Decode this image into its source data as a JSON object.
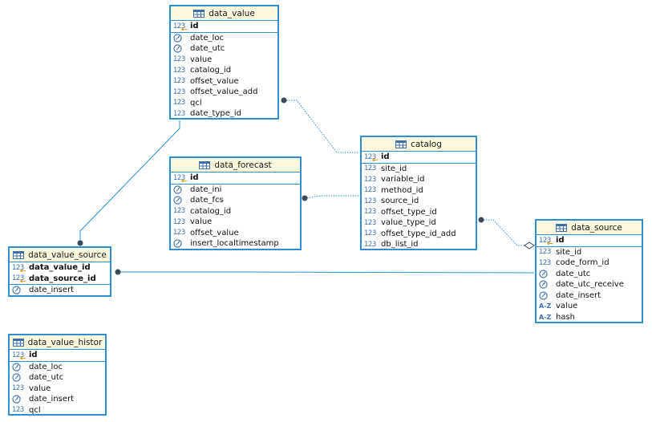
{
  "tables": [
    {
      "id": "data_value",
      "name": "data_value",
      "pk": [
        {
          "name": "id",
          "type": "num"
        }
      ],
      "columns": [
        {
          "name": "date_loc",
          "type": "date"
        },
        {
          "name": "date_utc",
          "type": "date"
        },
        {
          "name": "value",
          "type": "num"
        },
        {
          "name": "catalog_id",
          "type": "num"
        },
        {
          "name": "offset_value",
          "type": "num"
        },
        {
          "name": "offset_value_add",
          "type": "num"
        },
        {
          "name": "qcl",
          "type": "num"
        },
        {
          "name": "date_type_id",
          "type": "num"
        }
      ]
    },
    {
      "id": "data_forecast",
      "name": "data_forecast",
      "pk": [
        {
          "name": "id",
          "type": "num"
        }
      ],
      "columns": [
        {
          "name": "date_ini",
          "type": "date"
        },
        {
          "name": "date_fcs",
          "type": "date"
        },
        {
          "name": "catalog_id",
          "type": "num"
        },
        {
          "name": "value",
          "type": "num"
        },
        {
          "name": "offset_value",
          "type": "num"
        },
        {
          "name": "insert_localtimestamp",
          "type": "date"
        }
      ]
    },
    {
      "id": "catalog",
      "name": "catalog",
      "pk": [
        {
          "name": "id",
          "type": "num"
        }
      ],
      "columns": [
        {
          "name": "site_id",
          "type": "num"
        },
        {
          "name": "variable_id",
          "type": "num"
        },
        {
          "name": "method_id",
          "type": "num"
        },
        {
          "name": "source_id",
          "type": "num"
        },
        {
          "name": "offset_type_id",
          "type": "num"
        },
        {
          "name": "value_type_id",
          "type": "num"
        },
        {
          "name": "offset_type_id_add",
          "type": "num"
        },
        {
          "name": "db_list_id",
          "type": "num"
        }
      ]
    },
    {
      "id": "data_source",
      "name": "data_source",
      "pk": [
        {
          "name": "id",
          "type": "num"
        }
      ],
      "columns": [
        {
          "name": "site_id",
          "type": "num"
        },
        {
          "name": "code_form_id",
          "type": "num"
        },
        {
          "name": "date_utc",
          "type": "date"
        },
        {
          "name": "date_utc_receive",
          "type": "date"
        },
        {
          "name": "date_insert",
          "type": "date"
        },
        {
          "name": "value",
          "type": "txt"
        },
        {
          "name": "hash",
          "type": "txt"
        }
      ]
    },
    {
      "id": "data_value_source",
      "name": "data_value_source",
      "pk": [
        {
          "name": "data_value_id",
          "type": "num"
        },
        {
          "name": "data_source_id",
          "type": "num"
        }
      ],
      "columns": [
        {
          "name": "date_insert",
          "type": "date"
        }
      ]
    },
    {
      "id": "data_value_histor",
      "name": "data_value_histor",
      "pk": [
        {
          "name": "id",
          "type": "num"
        }
      ],
      "columns": [
        {
          "name": "date_loc",
          "type": "date"
        },
        {
          "name": "date_utc",
          "type": "date"
        },
        {
          "name": "value",
          "type": "num"
        },
        {
          "name": "date_insert",
          "type": "date"
        },
        {
          "name": "qcl",
          "type": "num"
        }
      ]
    }
  ],
  "type_labels": {
    "num": "123",
    "txt": "A-Z"
  },
  "colors": {
    "border": "#2f8fd0",
    "header_bg": "#fbf7dc",
    "connector": "#2f8fd0",
    "dot": "#3b4a5a"
  }
}
